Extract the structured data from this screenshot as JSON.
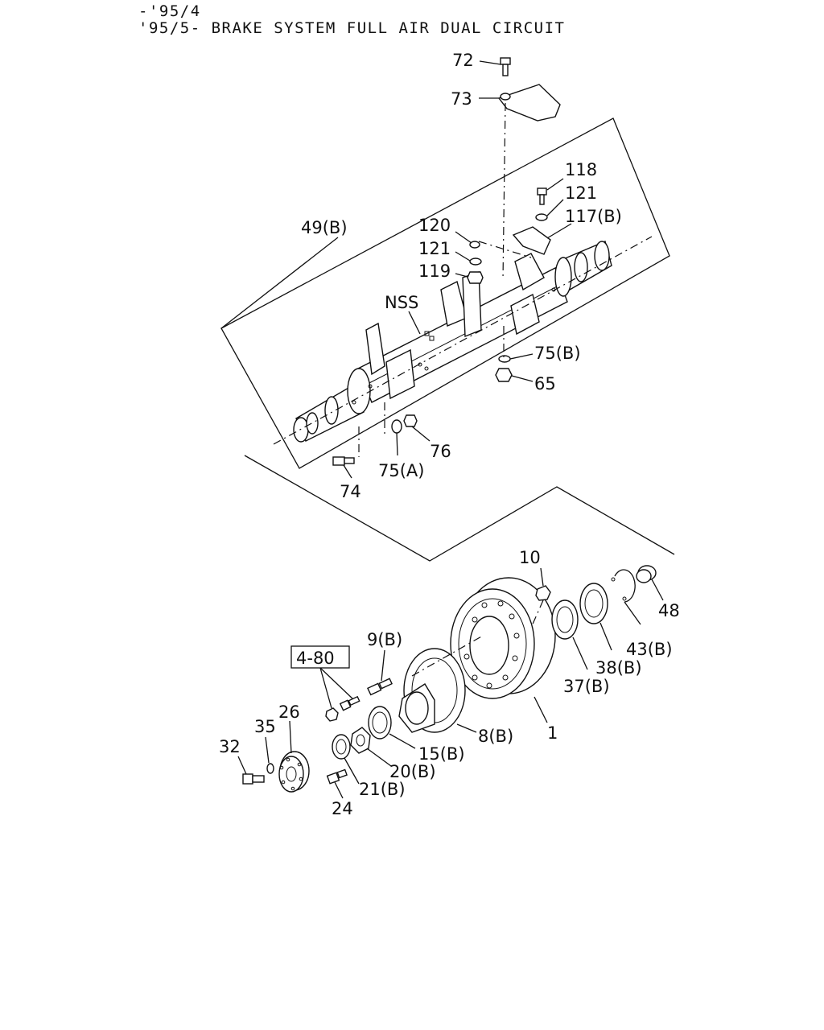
{
  "header": {
    "line1": "-'95/4",
    "line2": "'95/5- BRAKE SYSTEM FULL AIR DUAL CIRCUIT"
  },
  "labels": {
    "p72": "72",
    "p73": "73",
    "p118": "118",
    "p121a": "121",
    "p117b": "117(B)",
    "p120": "120",
    "p121b": "121",
    "p119": "119",
    "p49b": "49(B)",
    "nss": "NSS",
    "p75b": "75(B)",
    "p65": "65",
    "p76": "76",
    "p75a": "75(A)",
    "p74": "74",
    "p10": "10",
    "p48": "48",
    "p43b": "43(B)",
    "p38b": "38(B)",
    "p37b": "37(B)",
    "p9b": "9(B)",
    "ref480": "4-80",
    "p1": "1",
    "p8b": "8(B)",
    "p15b": "15(B)",
    "p20b": "20(B)",
    "p21b": "21(B)",
    "p24": "24",
    "p26": "26",
    "p35": "35",
    "p32": "32"
  }
}
